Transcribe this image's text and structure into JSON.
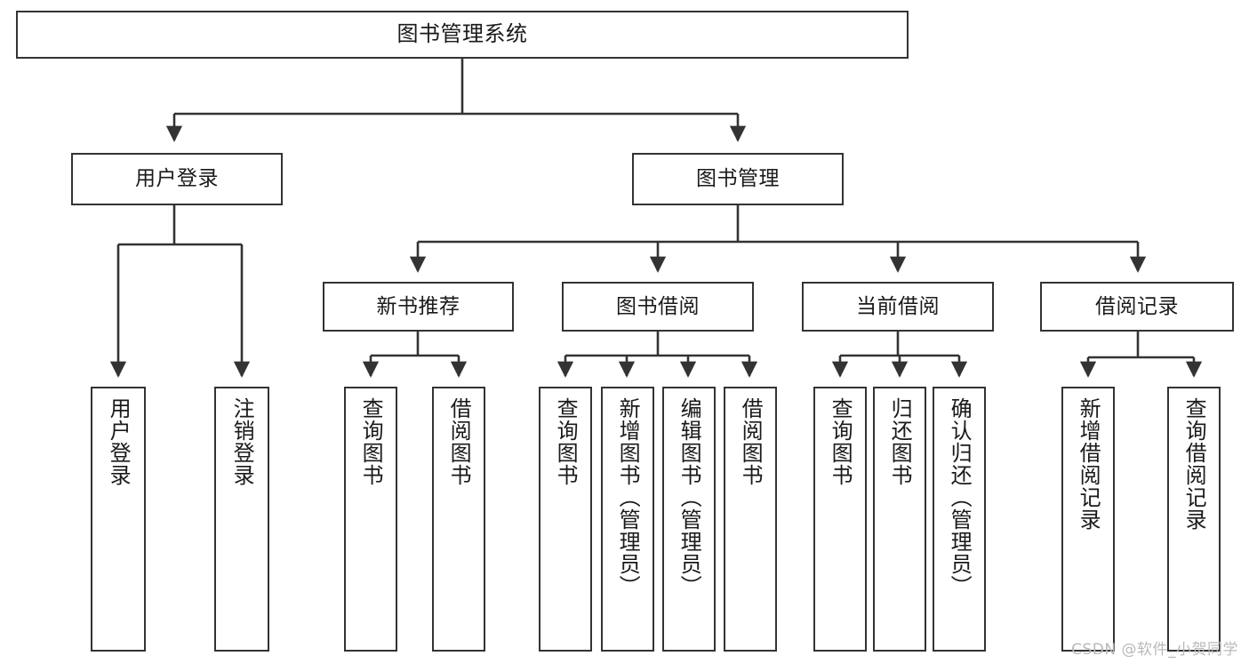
{
  "diagram": {
    "type": "tree",
    "title": "图书管理系统",
    "watermark": "CSDN @软件_小贺同学",
    "colors": {
      "box_border": "#333333",
      "box_fill": "#ffffff",
      "connector": "#333333",
      "text": "#1a1a1a",
      "watermark": "#b9b9b9"
    },
    "nodes": {
      "root": {
        "label": "图书管理系统",
        "level": 1,
        "orientation": "horizontal"
      },
      "user_login": {
        "label": "用户登录",
        "level": 2,
        "orientation": "horizontal"
      },
      "book_manage": {
        "label": "图书管理",
        "level": 2,
        "orientation": "horizontal"
      },
      "new_book_rec": {
        "label": "新书推荐",
        "level": 3,
        "orientation": "horizontal"
      },
      "book_borrow": {
        "label": "图书借阅",
        "level": 3,
        "orientation": "horizontal"
      },
      "current_borrow": {
        "label": "当前借阅",
        "level": 3,
        "orientation": "horizontal"
      },
      "borrow_record": {
        "label": "借阅记录",
        "level": 3,
        "orientation": "horizontal"
      },
      "leaf_user_login": {
        "label": "用户登录",
        "level": 4,
        "orientation": "vertical"
      },
      "leaf_logout": {
        "label": "注销登录",
        "level": 4,
        "orientation": "vertical"
      },
      "leaf_query_book_a": {
        "label": "查询图书",
        "level": 4,
        "orientation": "vertical"
      },
      "leaf_borrow_book_a": {
        "label": "借阅图书",
        "level": 4,
        "orientation": "vertical"
      },
      "leaf_query_book_b": {
        "label": "查询图书",
        "level": 4,
        "orientation": "vertical"
      },
      "leaf_add_book": {
        "label": "新增图书（管理员）",
        "level": 4,
        "orientation": "vertical"
      },
      "leaf_edit_book": {
        "label": "编辑图书（管理员）",
        "level": 4,
        "orientation": "vertical"
      },
      "leaf_borrow_book_b": {
        "label": "借阅图书",
        "level": 4,
        "orientation": "vertical"
      },
      "leaf_query_book_c": {
        "label": "查询图书",
        "level": 4,
        "orientation": "vertical"
      },
      "leaf_return_book": {
        "label": "归还图书",
        "level": 4,
        "orientation": "vertical"
      },
      "leaf_confirm_return": {
        "label": "确认归还（管理员）",
        "level": 4,
        "orientation": "vertical"
      },
      "leaf_add_record": {
        "label": "新增借阅记录",
        "level": 4,
        "orientation": "vertical"
      },
      "leaf_query_record": {
        "label": "查询借阅记录",
        "level": 4,
        "orientation": "vertical"
      }
    },
    "edges": [
      {
        "from": "root",
        "to": "user_login"
      },
      {
        "from": "root",
        "to": "book_manage"
      },
      {
        "from": "user_login",
        "to": "leaf_user_login"
      },
      {
        "from": "user_login",
        "to": "leaf_logout"
      },
      {
        "from": "book_manage",
        "to": "new_book_rec"
      },
      {
        "from": "book_manage",
        "to": "book_borrow"
      },
      {
        "from": "book_manage",
        "to": "current_borrow"
      },
      {
        "from": "book_manage",
        "to": "borrow_record"
      },
      {
        "from": "new_book_rec",
        "to": "leaf_query_book_a"
      },
      {
        "from": "new_book_rec",
        "to": "leaf_borrow_book_a"
      },
      {
        "from": "book_borrow",
        "to": "leaf_query_book_b"
      },
      {
        "from": "book_borrow",
        "to": "leaf_add_book"
      },
      {
        "from": "book_borrow",
        "to": "leaf_edit_book"
      },
      {
        "from": "book_borrow",
        "to": "leaf_borrow_book_b"
      },
      {
        "from": "current_borrow",
        "to": "leaf_query_book_c"
      },
      {
        "from": "current_borrow",
        "to": "leaf_return_book"
      },
      {
        "from": "current_borrow",
        "to": "leaf_confirm_return"
      },
      {
        "from": "borrow_record",
        "to": "leaf_add_record"
      },
      {
        "from": "borrow_record",
        "to": "leaf_query_record"
      }
    ]
  }
}
